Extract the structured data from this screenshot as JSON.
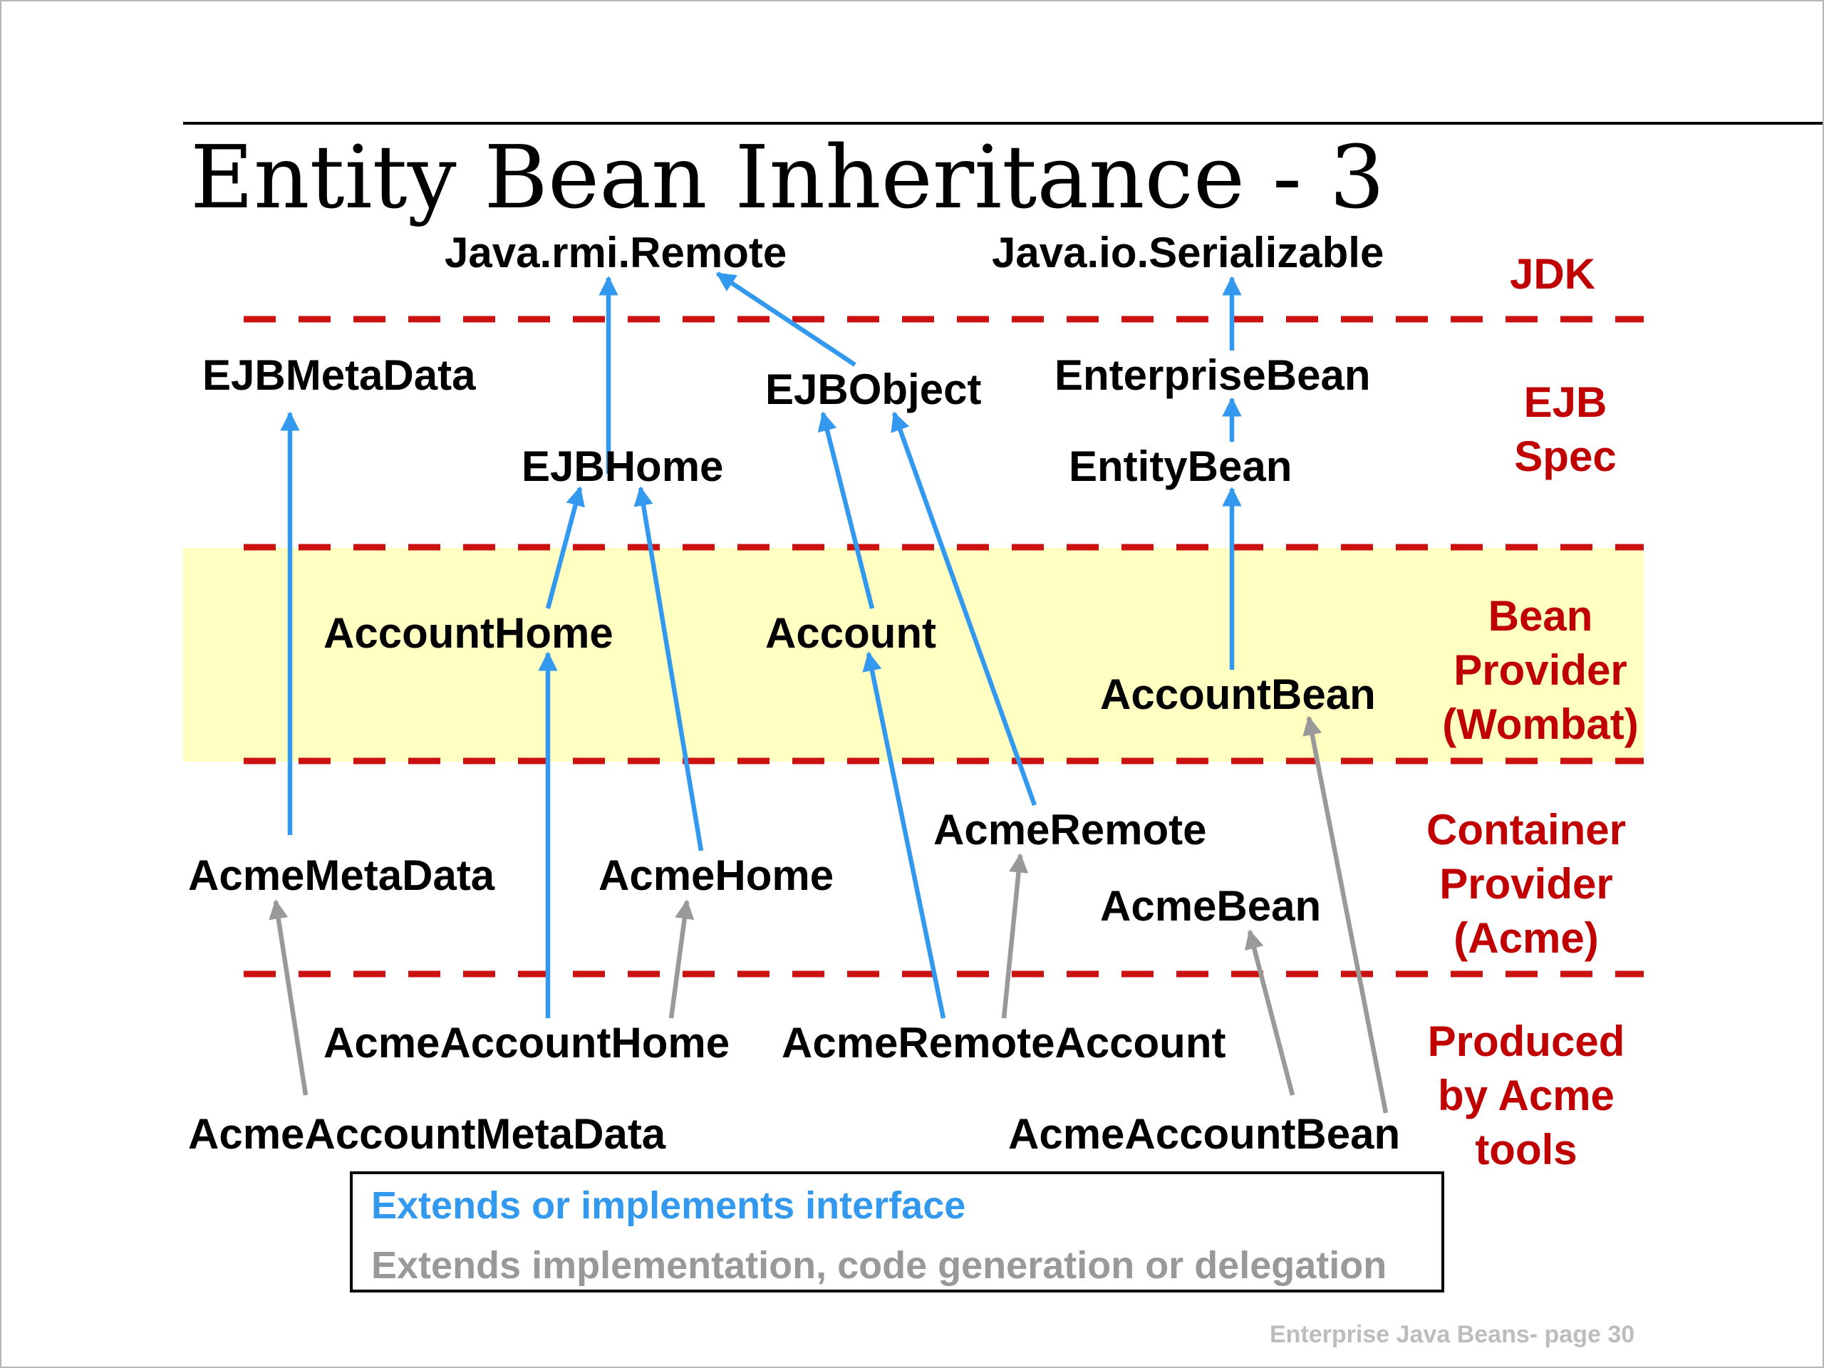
{
  "title": "Entity Bean Inheritance - 3",
  "colors": {
    "interface_arrow": "#3399ee",
    "implementation_arrow": "#999999",
    "layer_label": "#c00000",
    "layer_divider": "#cc1111",
    "bean_provider_band": "#ffffc1"
  },
  "layers": [
    {
      "id": "jdk",
      "label": "JDK"
    },
    {
      "id": "ejb_spec",
      "label": "EJB\nSpec"
    },
    {
      "id": "bean_provider",
      "label": "Bean\nProvider\n(Wombat)"
    },
    {
      "id": "container_provider",
      "label": "Container\nProvider\n(Acme)"
    },
    {
      "id": "acme_tools",
      "label": "Produced\nby Acme\ntools"
    }
  ],
  "nodes": {
    "java_rmi_remote": "Java.rmi.Remote",
    "java_io_serializable": "Java.io.Serializable",
    "ejb_meta_data": "EJBMetaData",
    "ejb_object": "EJBObject",
    "enterprise_bean": "EnterpriseBean",
    "ejb_home": "EJBHome",
    "entity_bean": "EntityBean",
    "account_home": "AccountHome",
    "account": "Account",
    "account_bean": "AccountBean",
    "acme_remote": "AcmeRemote",
    "acme_meta_data": "AcmeMetaData",
    "acme_home": "AcmeHome",
    "acme_bean": "AcmeBean",
    "acme_account_home": "AcmeAccountHome",
    "acme_remote_account": "AcmeRemoteAccount",
    "acme_account_meta_data": "AcmeAccountMetaData",
    "acme_account_bean": "AcmeAccountBean"
  },
  "relations": [
    {
      "from": "ejb_home",
      "to": "java_rmi_remote",
      "kind": "interface"
    },
    {
      "from": "ejb_object",
      "to": "java_rmi_remote",
      "kind": "interface"
    },
    {
      "from": "enterprise_bean",
      "to": "java_io_serializable",
      "kind": "interface"
    },
    {
      "from": "entity_bean",
      "to": "enterprise_bean",
      "kind": "interface"
    },
    {
      "from": "account_bean",
      "to": "entity_bean",
      "kind": "interface"
    },
    {
      "from": "account_home",
      "to": "ejb_home",
      "kind": "interface"
    },
    {
      "from": "acme_home",
      "to": "ejb_home",
      "kind": "interface"
    },
    {
      "from": "account",
      "to": "ejb_object",
      "kind": "interface"
    },
    {
      "from": "acme_remote",
      "to": "ejb_object",
      "kind": "interface"
    },
    {
      "from": "acme_meta_data",
      "to": "ejb_meta_data",
      "kind": "interface"
    },
    {
      "from": "acme_account_home",
      "to": "account_home",
      "kind": "interface"
    },
    {
      "from": "acme_remote_account",
      "to": "account",
      "kind": "interface"
    },
    {
      "from": "acme_account_meta_data",
      "to": "acme_meta_data",
      "kind": "implementation"
    },
    {
      "from": "acme_account_home",
      "to": "acme_home",
      "kind": "implementation"
    },
    {
      "from": "acme_remote_account",
      "to": "acme_remote",
      "kind": "implementation"
    },
    {
      "from": "acme_account_bean",
      "to": "acme_bean",
      "kind": "implementation"
    },
    {
      "from": "acme_account_bean",
      "to": "account_bean",
      "kind": "implementation"
    }
  ],
  "legend": {
    "interface": "Extends or implements interface",
    "implementation": "Extends implementation, code generation or delegation"
  },
  "footer": "Enterprise Java Beans- page 30"
}
